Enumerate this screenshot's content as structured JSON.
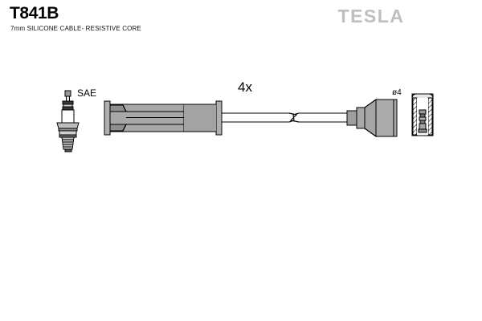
{
  "header": {
    "part_number": "T841B",
    "description": "7mm SILICONE CABLE- RESISTIVE CORE",
    "brand": "TESLA",
    "brand_color": "#bfbfbf"
  },
  "diagram": {
    "type": "technical-parts-drawing",
    "background_color": "#ffffff",
    "line_color": "#000000",
    "fill_color": "#a8a8a8",
    "annotations": {
      "spark_plug_standard": "SAE",
      "quantity": "4x",
      "terminal_diameter": "ø4"
    },
    "components": [
      {
        "name": "spark-plug",
        "label": "SAE"
      },
      {
        "name": "spark-plug-boot-connector",
        "label": ""
      },
      {
        "name": "ignition-cable",
        "label": "4x"
      },
      {
        "name": "distributor-boot-connector",
        "label": ""
      },
      {
        "name": "terminal-socket",
        "label": "ø4"
      }
    ]
  }
}
